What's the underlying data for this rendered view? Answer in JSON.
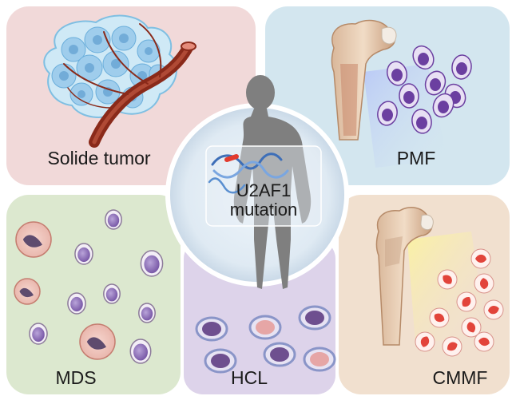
{
  "center": {
    "line1": "U2AF1",
    "line2": "mutation"
  },
  "panels": {
    "solid_tumor": {
      "label": "Solide tumor",
      "bg": "#f1d9d9"
    },
    "pmf": {
      "label": "PMF",
      "bg": "#d3e6ef"
    },
    "mds": {
      "label": "MDS",
      "bg": "#dce8cf"
    },
    "hcl": {
      "label": "HCL",
      "bg": "#ddd3ea"
    },
    "cmmf": {
      "label": "CMMF",
      "bg": "#f1e0cf"
    }
  },
  "colors": {
    "body_silhouette": "#7f7f7f",
    "vessel": "#8a2a1a",
    "tumor_cell": "#a9d6ef",
    "pmf_cell": "#6b3fa0",
    "rbc": "#e2443b",
    "dna_strand": "#5a8fd0",
    "mutation_mark": "#e23b2e"
  }
}
